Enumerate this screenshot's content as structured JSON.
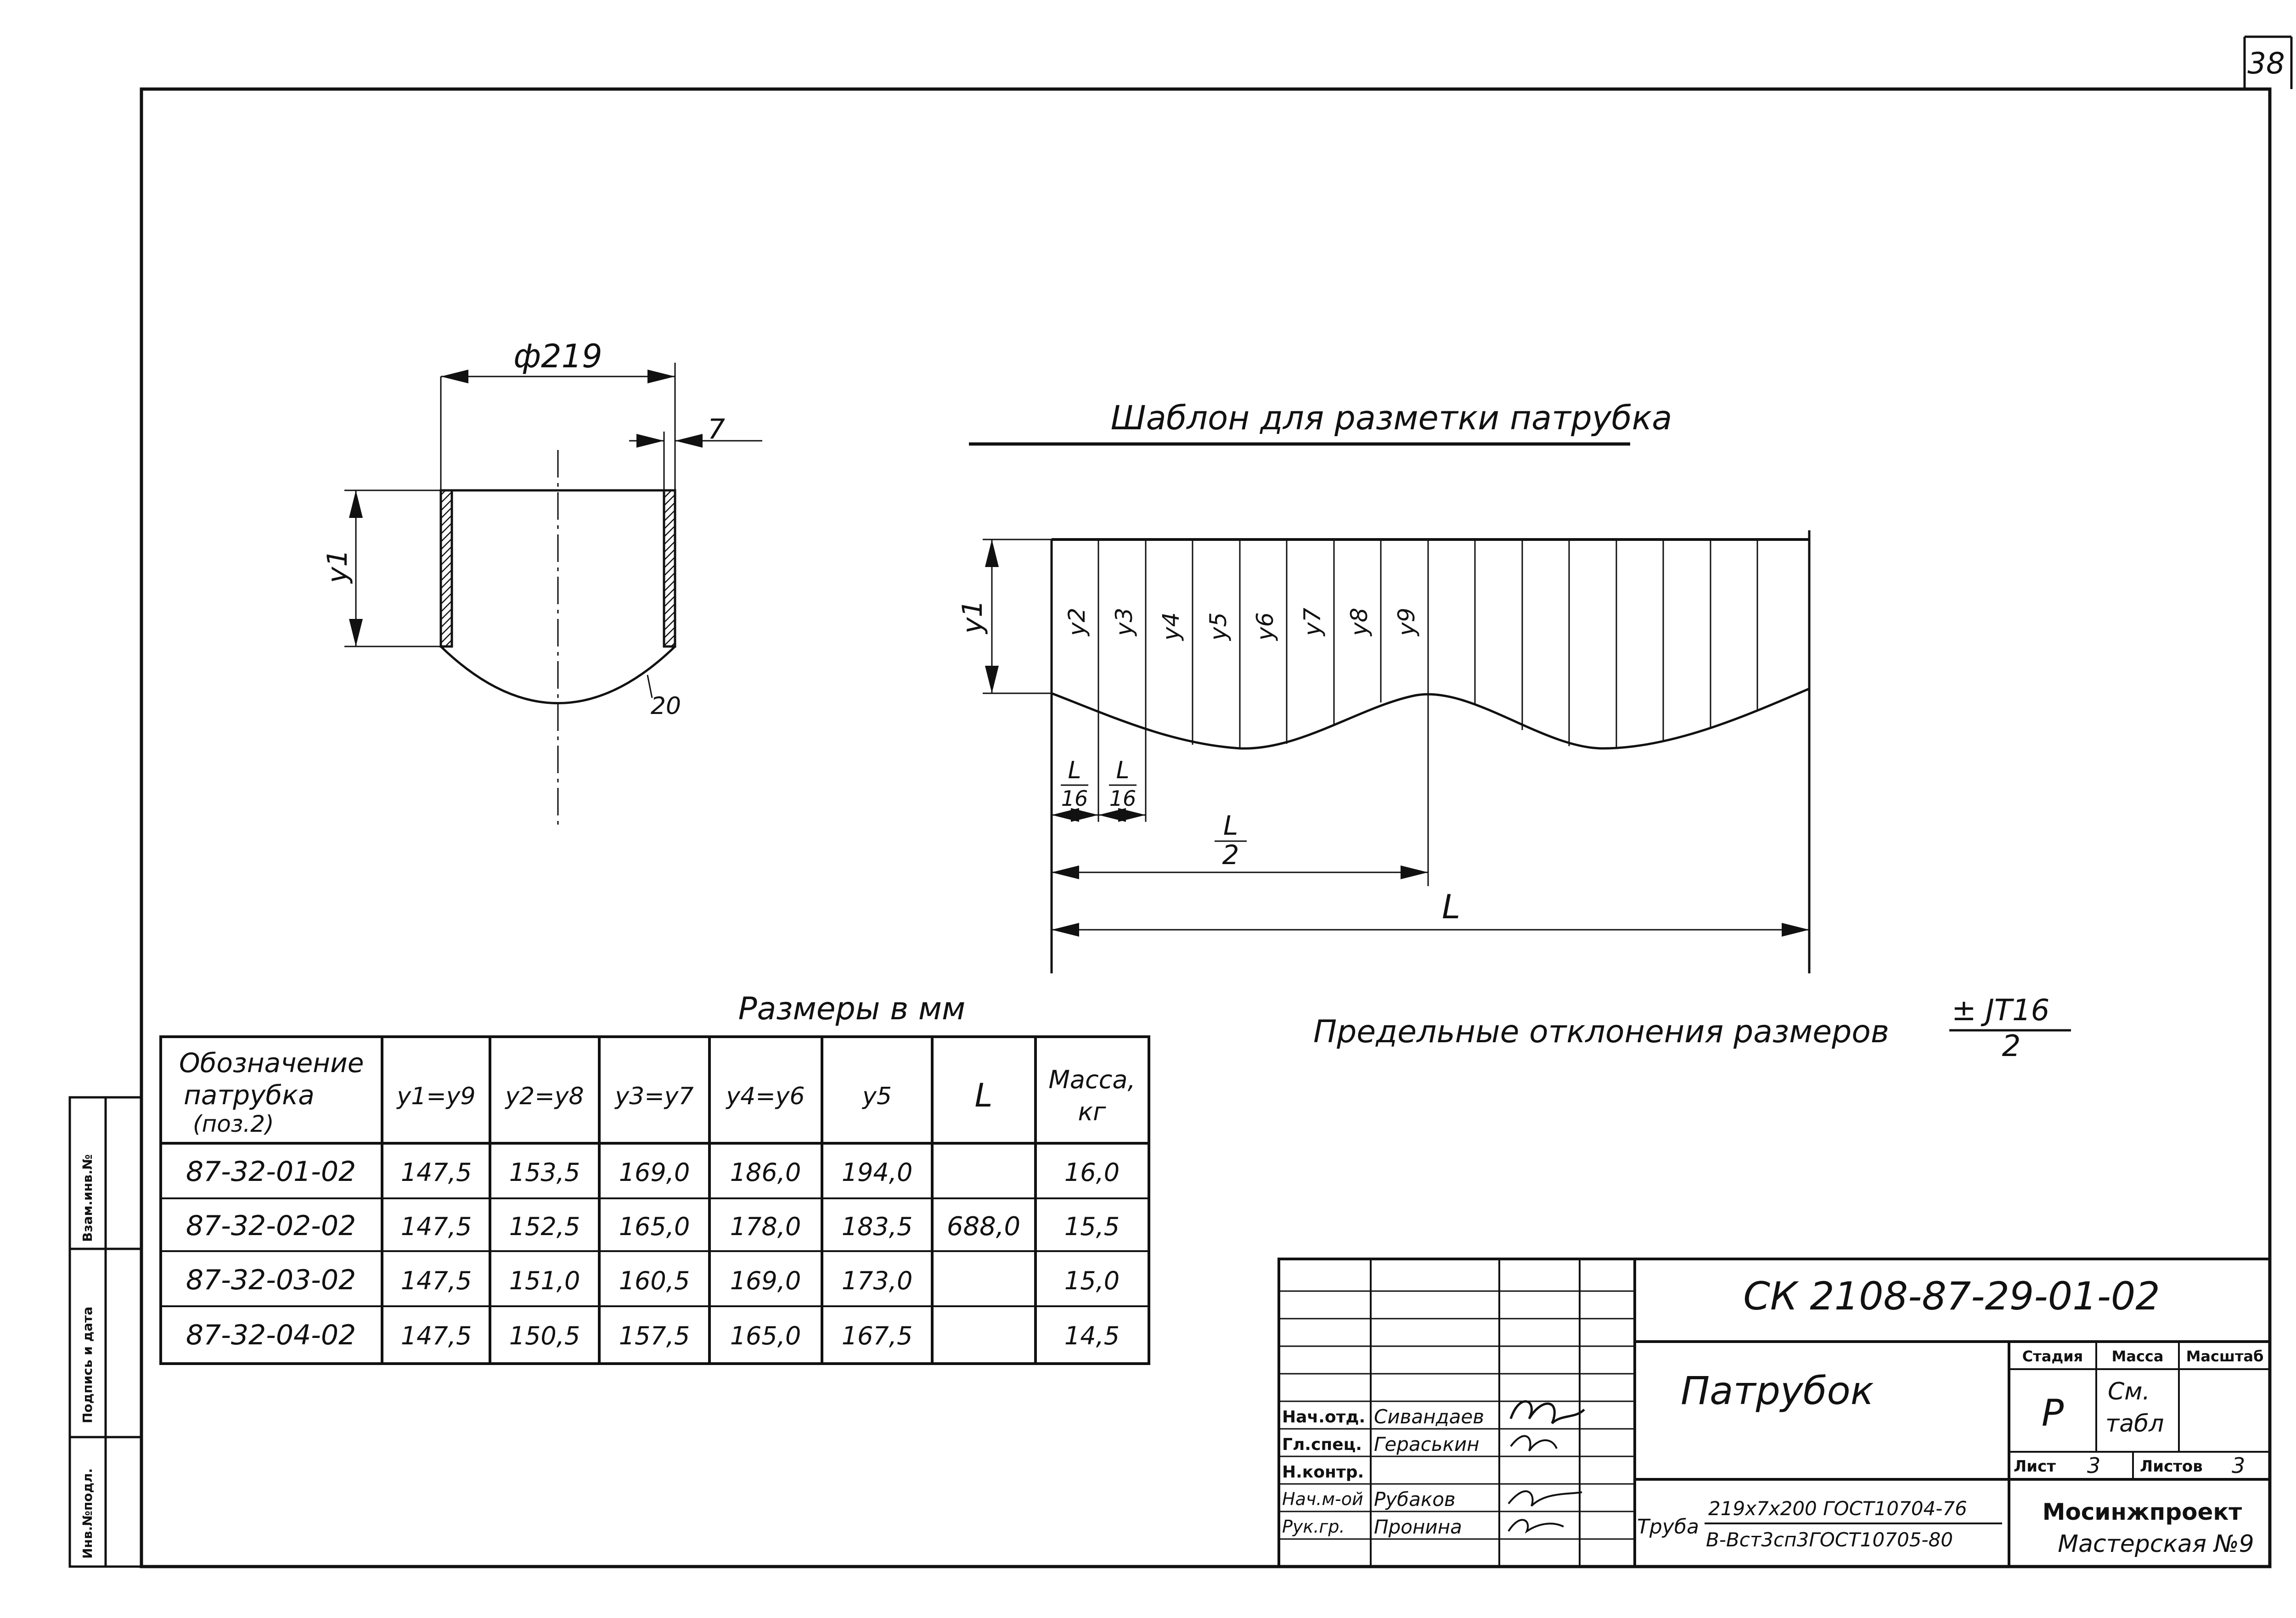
{
  "sheet_number": "38",
  "top_view": {
    "diameter_label": "ф219",
    "wall_label": "7",
    "height_label": "y1",
    "angle_label": "20"
  },
  "template_view": {
    "title": "Шаблон для разметки патрубка",
    "y_labels": [
      "y1",
      "y2",
      "y3",
      "y4",
      "y5",
      "y6",
      "y7",
      "y8",
      "y9"
    ],
    "dim_l16_num": "L",
    "dim_l16_den": "16",
    "dim_l2_num": "L",
    "dim_l2_den": "2",
    "dim_L": "L"
  },
  "tolerance_note": {
    "text": "Предельные отклонения размеров",
    "value": "± JT16",
    "den": "2"
  },
  "table": {
    "caption": "Размеры в мм",
    "headers": [
      "Обозначение патрубка (поз.2)",
      "y1=y9",
      "y2=y8",
      "y3=y7",
      "y4=y6",
      "y5",
      "L",
      "Масса, кг"
    ],
    "rows": [
      [
        "87-32-01-02",
        "147,5",
        "153,5",
        "169,0",
        "186,0",
        "194,0",
        "16,0"
      ],
      [
        "87-32-02-02",
        "147,5",
        "152,5",
        "165,0",
        "178,0",
        "183,5",
        "15,5"
      ],
      [
        "87-32-03-02",
        "147,5",
        "151,0",
        "160,5",
        "169,0",
        "173,0",
        "15,0"
      ],
      [
        "87-32-04-02",
        "147,5",
        "150,5",
        "157,5",
        "165,0",
        "167,5",
        "14,5"
      ]
    ],
    "L_value": "688,0"
  },
  "side_stamp": [
    "Инв.№подл.",
    "Подпись и дата",
    "Взам.инв.№"
  ],
  "title_block": {
    "code": "СК 2108-87-29-01-02",
    "name": "Патрубок",
    "people": [
      {
        "role": "Нач.отд.",
        "name": "Сивандаев"
      },
      {
        "role": "Гл.спец.",
        "name": "Гераськин"
      },
      {
        "role": "Н.контр.",
        "name": ""
      },
      {
        "role": "Нач.м-ой",
        "name": "Рубаков"
      },
      {
        "role": "Рук.гр.",
        "name": "Пронина"
      }
    ],
    "col_stage": "Стадия",
    "col_mass": "Масса",
    "col_scale": "Масштаб",
    "stage": "Р",
    "mass_1": "См.",
    "mass_2": "табл",
    "sheet_label": "Лист",
    "sheet_value": "3",
    "sheets_label": "Листов",
    "sheets_value": "3",
    "material_prefix": "Труба",
    "material_top": "219x7x200 ГОСТ10704-76",
    "material_bottom": "В-Вст3сп3ГОСТ10705-80",
    "org_1": "Мосинжпроект",
    "org_2": "Мастерская №9"
  }
}
